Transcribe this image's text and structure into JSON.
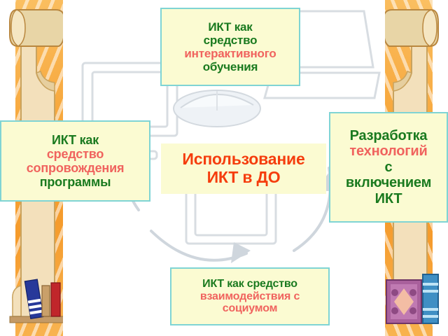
{
  "slide": {
    "theme": {
      "box_background": "#fbfbd2",
      "box_border": "#7fd4d4",
      "green_text": "#1a7a1f",
      "red_text": "#f0635e",
      "center_red_text": "#f53d0d",
      "side_panel_orange": "#f7a93f",
      "canvas_background": "#ffffff"
    },
    "center": {
      "line1": "Использование",
      "line2": "ИКТ в ДО"
    },
    "top": {
      "line1": "ИКТ как",
      "line2": "средство",
      "line3": "интерактивного",
      "line4": "обучения"
    },
    "left": {
      "line1": "ИКТ как",
      "line2": "средство",
      "line3": "сопровождения",
      "line4": "программы"
    },
    "right": {
      "line1": "Разработка",
      "line2": "технологий",
      "line3": "с",
      "line4": "включением",
      "line5": "ИКТ"
    },
    "bottom": {
      "line1": "ИКТ как средство",
      "line2": "взаимодействия с",
      "line3": "социумом"
    },
    "decor": {
      "left_scroll": "parchment-scroll-left",
      "right_scroll": "parchment-scroll-right",
      "left_books": "books-stack-left",
      "right_books": "books-stack-right",
      "background_art": "computer-monitor-mouse-cycle-arrows"
    }
  }
}
